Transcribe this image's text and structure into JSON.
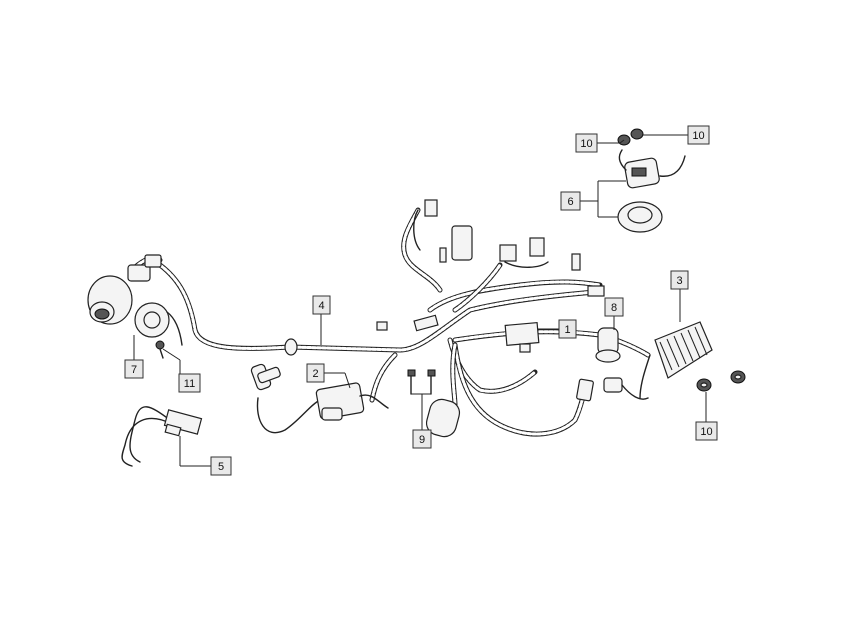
{
  "callouts": [
    {
      "id": "c1",
      "label": "1"
    },
    {
      "id": "c2",
      "label": "2"
    },
    {
      "id": "c3",
      "label": "3"
    },
    {
      "id": "c4",
      "label": "4"
    },
    {
      "id": "c5",
      "label": "5"
    },
    {
      "id": "c6",
      "label": "6"
    },
    {
      "id": "c7",
      "label": "7"
    },
    {
      "id": "c8",
      "label": "8"
    },
    {
      "id": "c9",
      "label": "9"
    },
    {
      "id": "c10a",
      "label": "10"
    },
    {
      "id": "c10b",
      "label": "10"
    },
    {
      "id": "c10c",
      "label": "10"
    },
    {
      "id": "c11",
      "label": "11"
    }
  ]
}
